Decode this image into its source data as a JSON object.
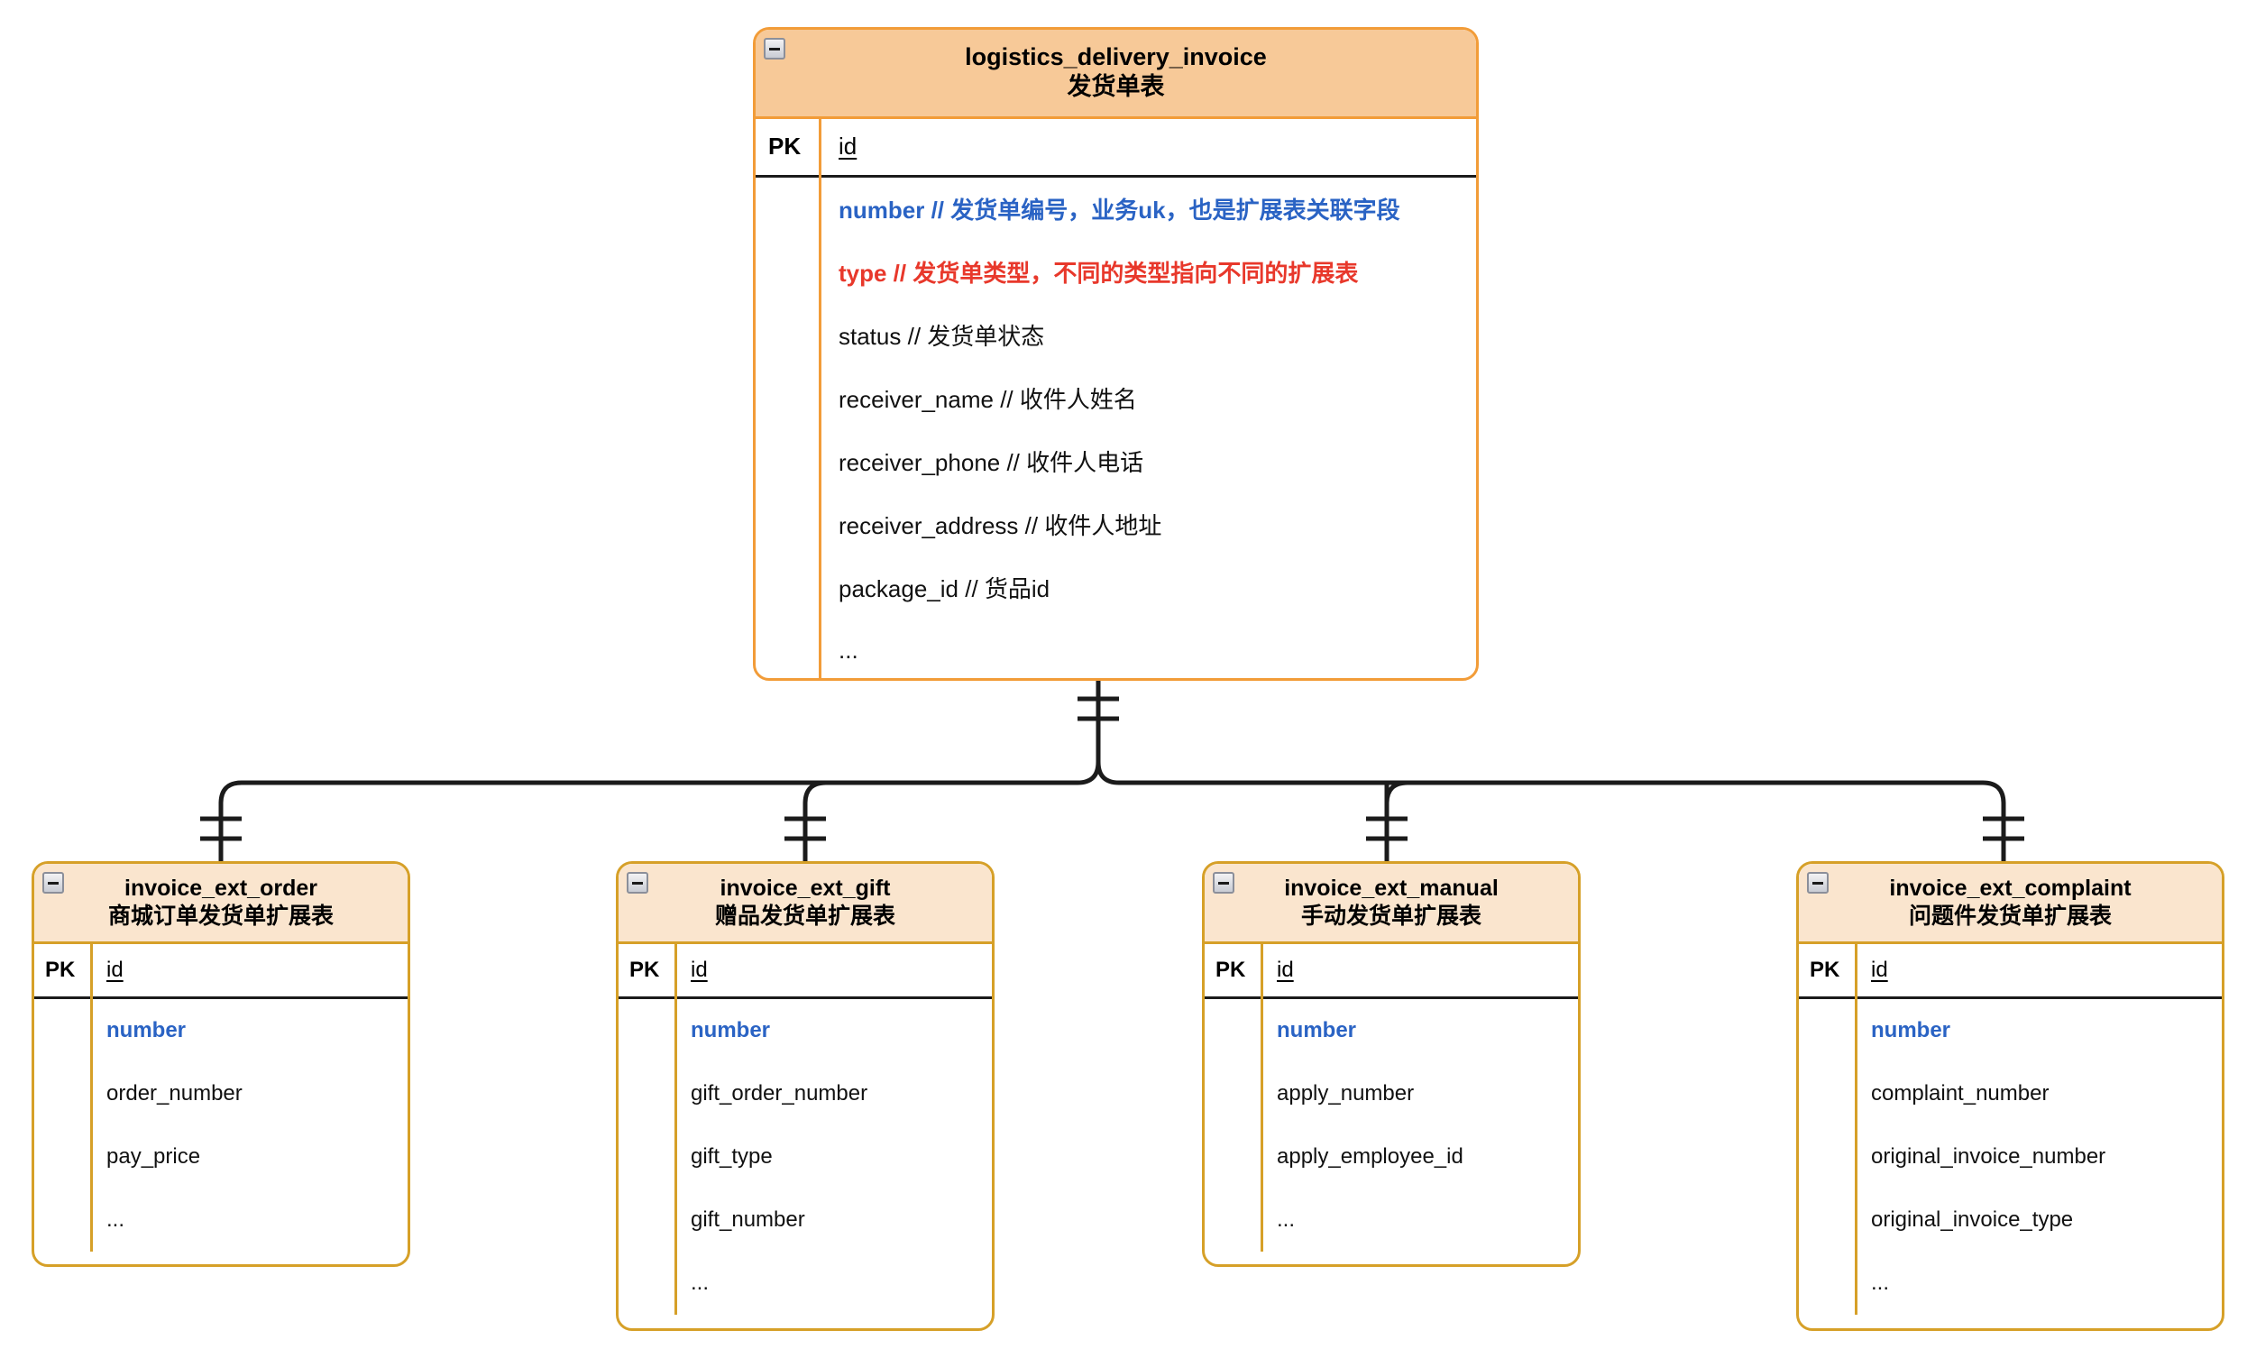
{
  "diagram": {
    "type": "entity-relationship-diagram",
    "colors": {
      "main_header_fill": "#F7C998",
      "main_border": "#F29C38",
      "child_header_fill": "#FAE5CE",
      "child_border": "#D6A028",
      "highlight_blue": "#2A63C4",
      "highlight_red": "#E8382B",
      "connector": "#1b1b1b",
      "background": "#FFFFFF"
    },
    "relationship_notation": "one-and-only-one",
    "pk_label": "PK",
    "collapse_icon": "collapse-minus-icon"
  },
  "main_table": {
    "name": "logistics_delivery_invoice",
    "name_cn": "发货单表",
    "pk_label": "PK",
    "pk_field": "id",
    "fields": [
      {
        "text": "number  // 发货单编号，业务uk，也是扩展表关联字段",
        "style": "blue"
      },
      {
        "text": "type // 发货单类型，不同的类型指向不同的扩展表",
        "style": "red"
      },
      {
        "text": "status // 发货单状态",
        "style": "plain"
      },
      {
        "text": "receiver_name // 收件人姓名",
        "style": "plain"
      },
      {
        "text": "receiver_phone // 收件人电话",
        "style": "plain"
      },
      {
        "text": "receiver_address // 收件人地址",
        "style": "plain"
      },
      {
        "text": "package_id // 货品id",
        "style": "plain"
      },
      {
        "text": "...",
        "style": "plain"
      }
    ]
  },
  "child_tables": [
    {
      "name": "invoice_ext_order",
      "name_cn": "商城订单发货单扩展表",
      "pk_label": "PK",
      "pk_field": "id",
      "fields": [
        {
          "text": "number",
          "style": "blue"
        },
        {
          "text": "order_number",
          "style": "plain"
        },
        {
          "text": "pay_price",
          "style": "plain"
        },
        {
          "text": "...",
          "style": "plain"
        }
      ]
    },
    {
      "name": "invoice_ext_gift",
      "name_cn": "赠品发货单扩展表",
      "pk_label": "PK",
      "pk_field": "id",
      "fields": [
        {
          "text": "number",
          "style": "blue"
        },
        {
          "text": "gift_order_number",
          "style": "plain"
        },
        {
          "text": "gift_type",
          "style": "plain"
        },
        {
          "text": "gift_number",
          "style": "plain"
        },
        {
          "text": "...",
          "style": "plain"
        }
      ]
    },
    {
      "name": "invoice_ext_manual",
      "name_cn": "手动发货单扩展表",
      "pk_label": "PK",
      "pk_field": "id",
      "fields": [
        {
          "text": "number",
          "style": "blue"
        },
        {
          "text": "apply_number",
          "style": "plain"
        },
        {
          "text": "apply_employee_id",
          "style": "plain"
        },
        {
          "text": "...",
          "style": "plain"
        }
      ]
    },
    {
      "name": "invoice_ext_complaint",
      "name_cn": "问题件发货单扩展表",
      "pk_label": "PK",
      "pk_field": "id",
      "fields": [
        {
          "text": "number",
          "style": "blue"
        },
        {
          "text": "complaint_number",
          "style": "plain"
        },
        {
          "text": "original_invoice_number",
          "style": "plain"
        },
        {
          "text": "original_invoice_type",
          "style": "plain"
        },
        {
          "text": "...",
          "style": "plain"
        }
      ]
    }
  ]
}
